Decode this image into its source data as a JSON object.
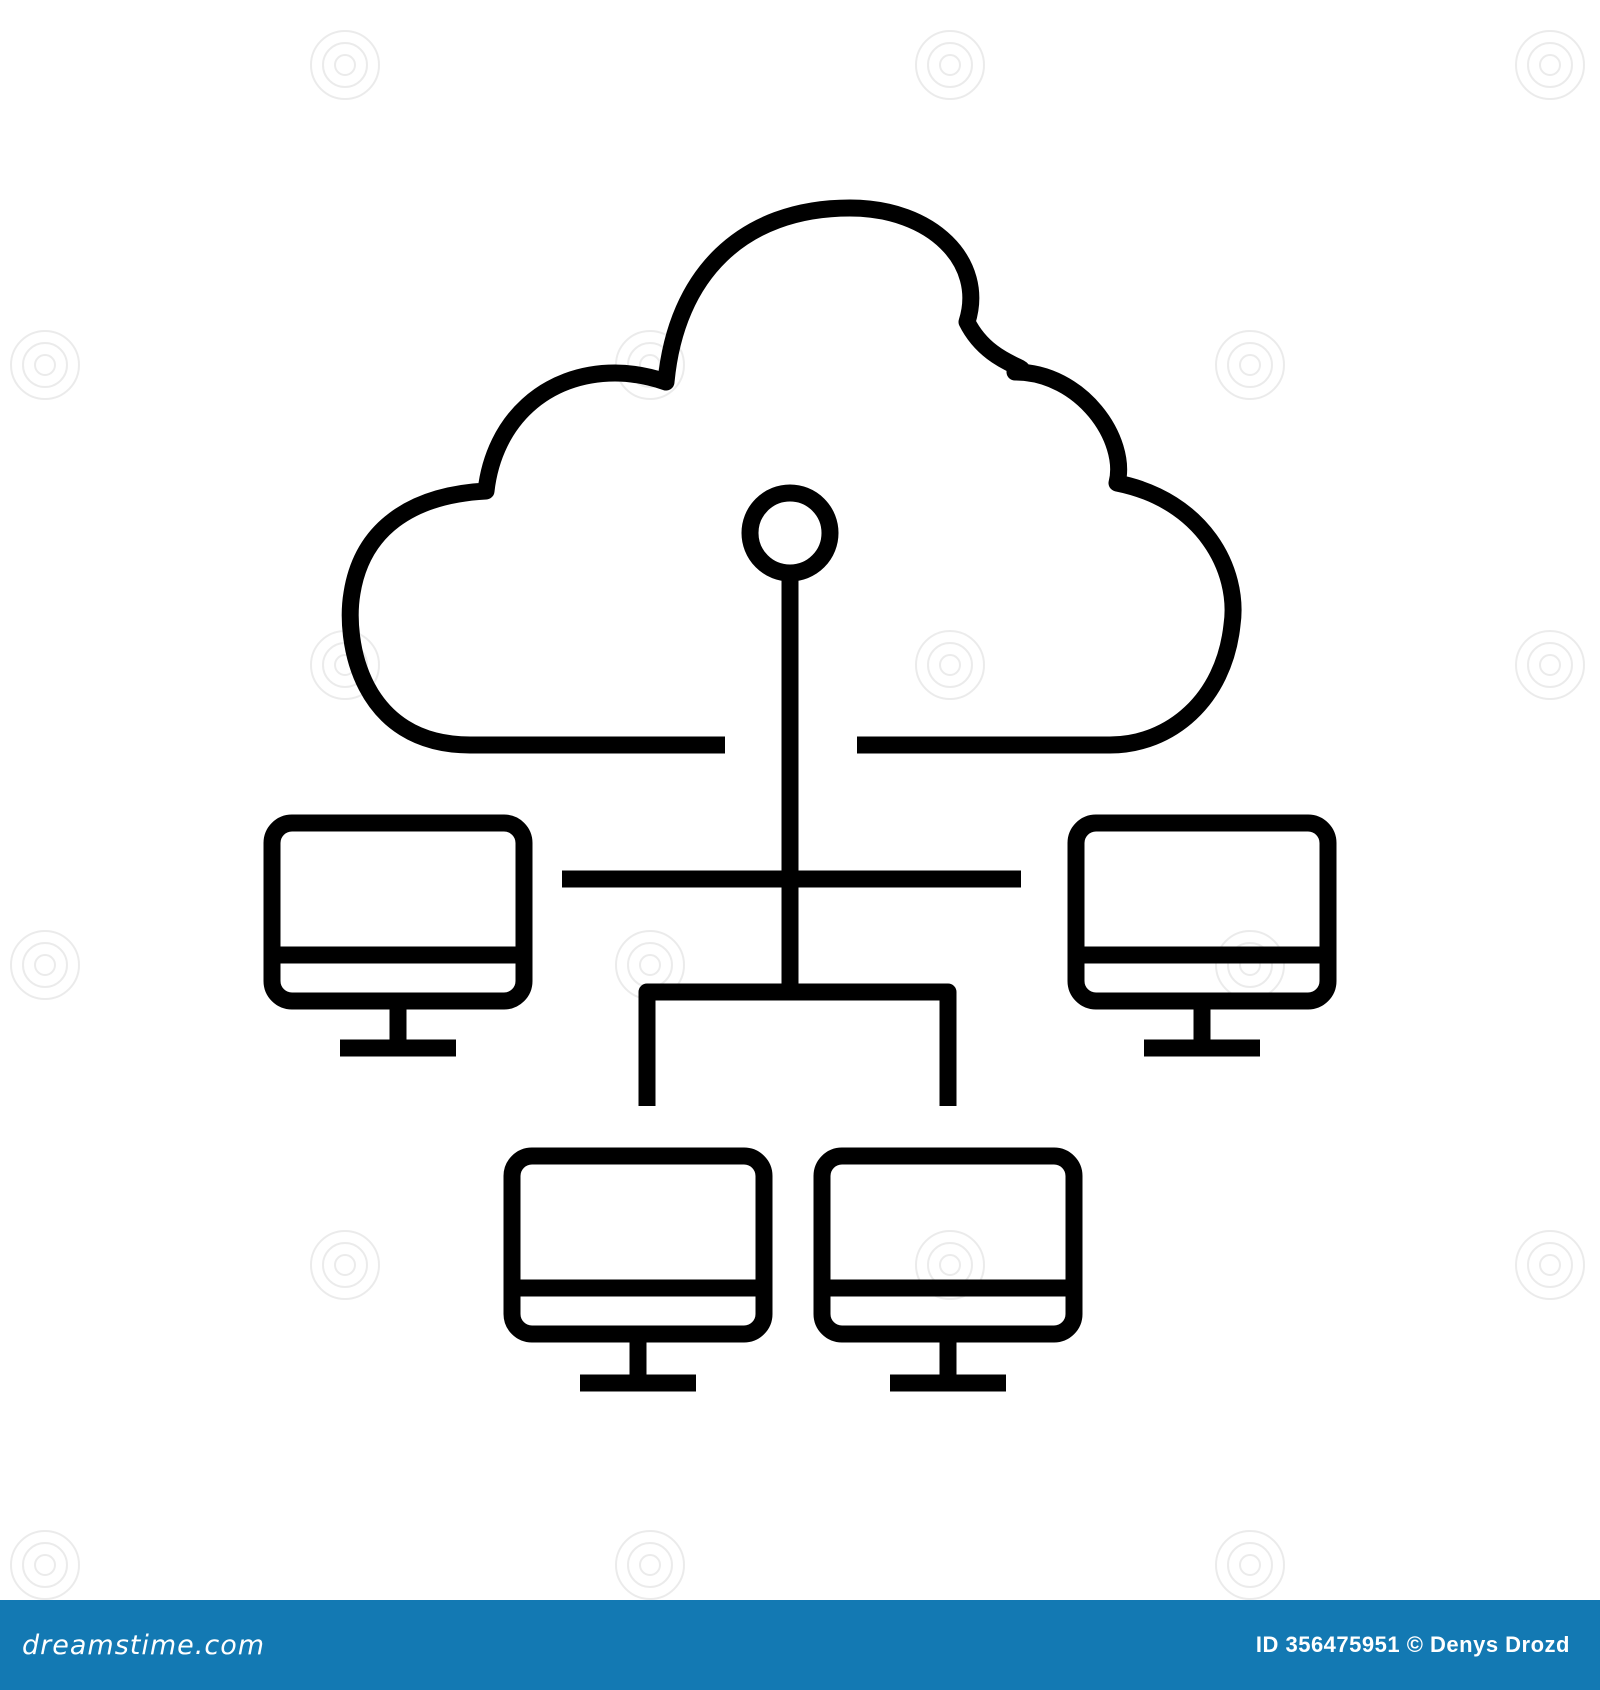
{
  "colors": {
    "background": "#ffffff",
    "stroke": "#000000",
    "footer_background": "#1379b3",
    "footer_text": "#ffffff",
    "watermark": "#c8c8c8"
  },
  "illustration": {
    "subject": "cloud-network",
    "icons": [
      "cloud-icon",
      "hub-node-icon",
      "monitor-icon"
    ]
  },
  "footer": {
    "brand": "dreamstime.com",
    "credit": "ID 356475951 © Denys Drozd"
  }
}
